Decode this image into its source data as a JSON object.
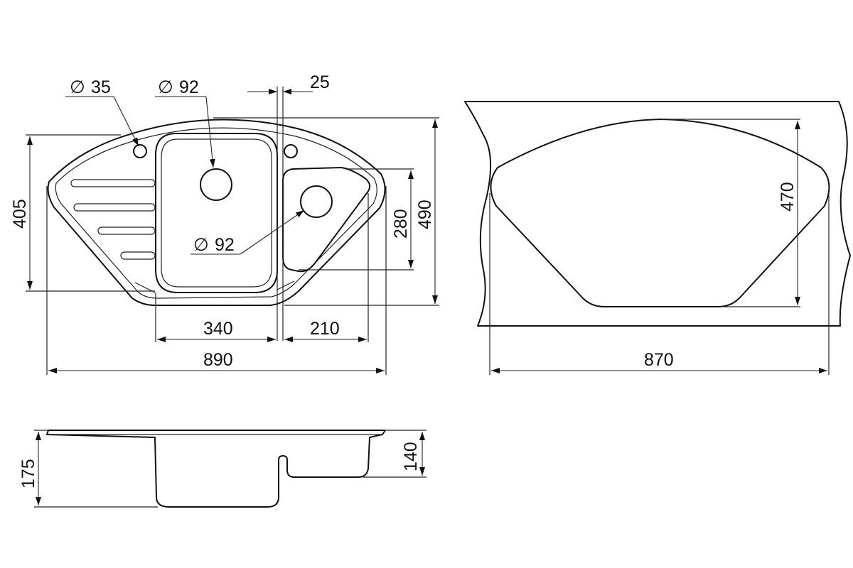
{
  "dimensions": {
    "hole_small": "35",
    "hole_large": "92",
    "hole_small_bowl": "92",
    "rim_gap": "25",
    "depth_top_view": "405",
    "small_bowl_depth": "280",
    "total_depth": "490",
    "large_bowl_width": "340",
    "small_bowl_width": "210",
    "total_width": "890",
    "cutout_depth": "470",
    "cutout_width": "870",
    "total_height": "175",
    "bowl_height": "140"
  },
  "symbols": {
    "diameter": "∅"
  }
}
